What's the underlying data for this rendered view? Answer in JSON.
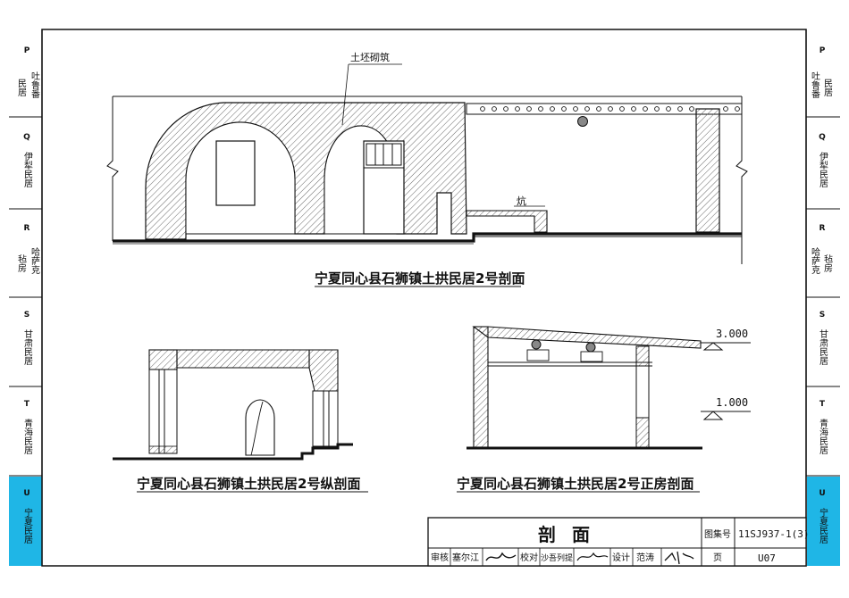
{
  "side_tabs": {
    "left": [
      {
        "code": "P",
        "label_a": "吐鲁番",
        "label_b": "民居",
        "active": false
      },
      {
        "code": "Q",
        "label_a": "伊犁民居",
        "label_b": "",
        "active": false
      },
      {
        "code": "R",
        "label_a": "哈萨克",
        "label_b": "毡房",
        "active": false
      },
      {
        "code": "S",
        "label_a": "甘肃民居",
        "label_b": "",
        "active": false
      },
      {
        "code": "T",
        "label_a": "青海民居",
        "label_b": "",
        "active": false
      },
      {
        "code": "U",
        "label_a": "宁夏民居",
        "label_b": "",
        "active": true
      }
    ],
    "right": [
      {
        "code": "P",
        "label_a": "吐鲁番",
        "label_b": "民居",
        "active": false
      },
      {
        "code": "Q",
        "label_a": "伊犁民居",
        "label_b": "",
        "active": false
      },
      {
        "code": "R",
        "label_a": "哈萨克",
        "label_b": "毡房",
        "active": false
      },
      {
        "code": "S",
        "label_a": "甘肃民居",
        "label_b": "",
        "active": false
      },
      {
        "code": "T",
        "label_a": "青海民居",
        "label_b": "",
        "active": false
      },
      {
        "code": "U",
        "label_a": "宁夏民居",
        "label_b": "",
        "active": true
      }
    ]
  },
  "colors": {
    "active_tab": "#1fb6e6",
    "line": "#111111",
    "hatch": "#555555"
  },
  "drawings": {
    "section_main": {
      "caption": "宁夏同心县石狮镇土拱民居2号剖面",
      "note_adobe": "土坯砌筑",
      "note_kang": "炕"
    },
    "section_long": {
      "caption": "宁夏同心县石狮镇土拱民居2号纵剖面"
    },
    "section_main_house": {
      "caption": "宁夏同心县石狮镇土拱民居2号正房剖面",
      "level_high": "3.000",
      "level_low": "1.000"
    }
  },
  "title_block": {
    "title": "剖面",
    "atlas_label": "图集号",
    "atlas_no": "11SJ937-1(3)",
    "review_label": "审核",
    "review_name": "塞尔江",
    "check_label": "校对",
    "check_name": "沙吾列提",
    "design_label": "设计",
    "design_name": "范涛",
    "page_label": "页",
    "page_no": "U07"
  }
}
